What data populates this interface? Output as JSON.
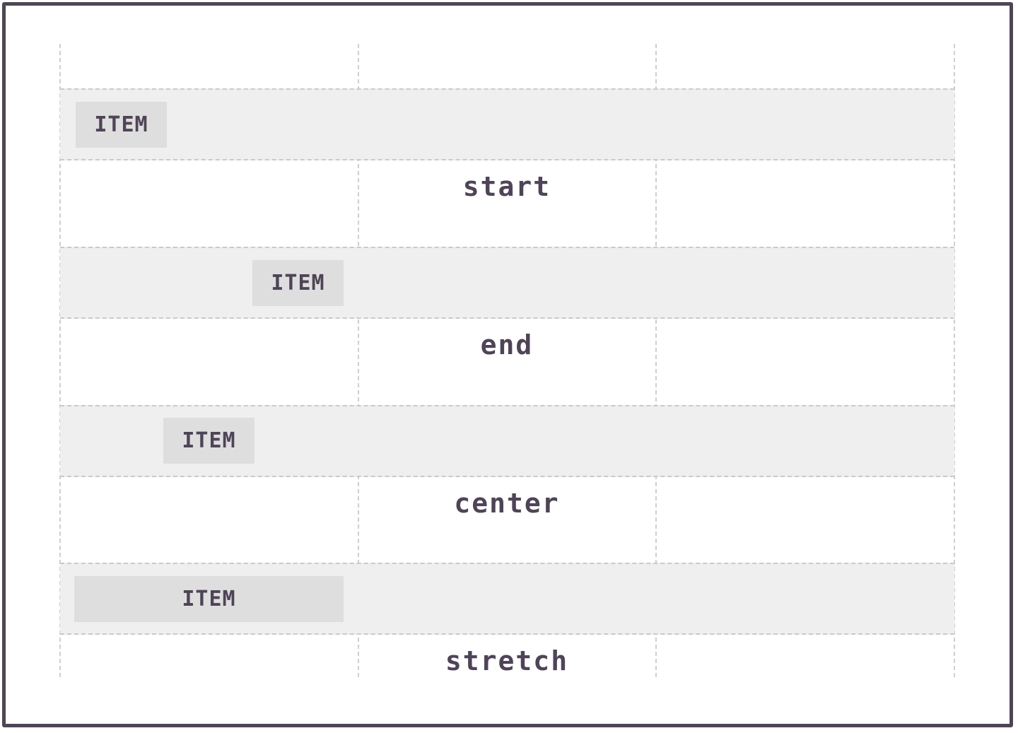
{
  "rows": [
    {
      "item_label": "ITEM",
      "caption": "start"
    },
    {
      "item_label": "ITEM",
      "caption": "end"
    },
    {
      "item_label": "ITEM",
      "caption": "center"
    },
    {
      "item_label": "ITEM",
      "caption": "stretch"
    }
  ],
  "colors": {
    "frame_border": "#4f4457",
    "band_fill": "#efefef",
    "item_fill": "#dedede",
    "text": "#4f4457",
    "guide": "#cacaca"
  }
}
